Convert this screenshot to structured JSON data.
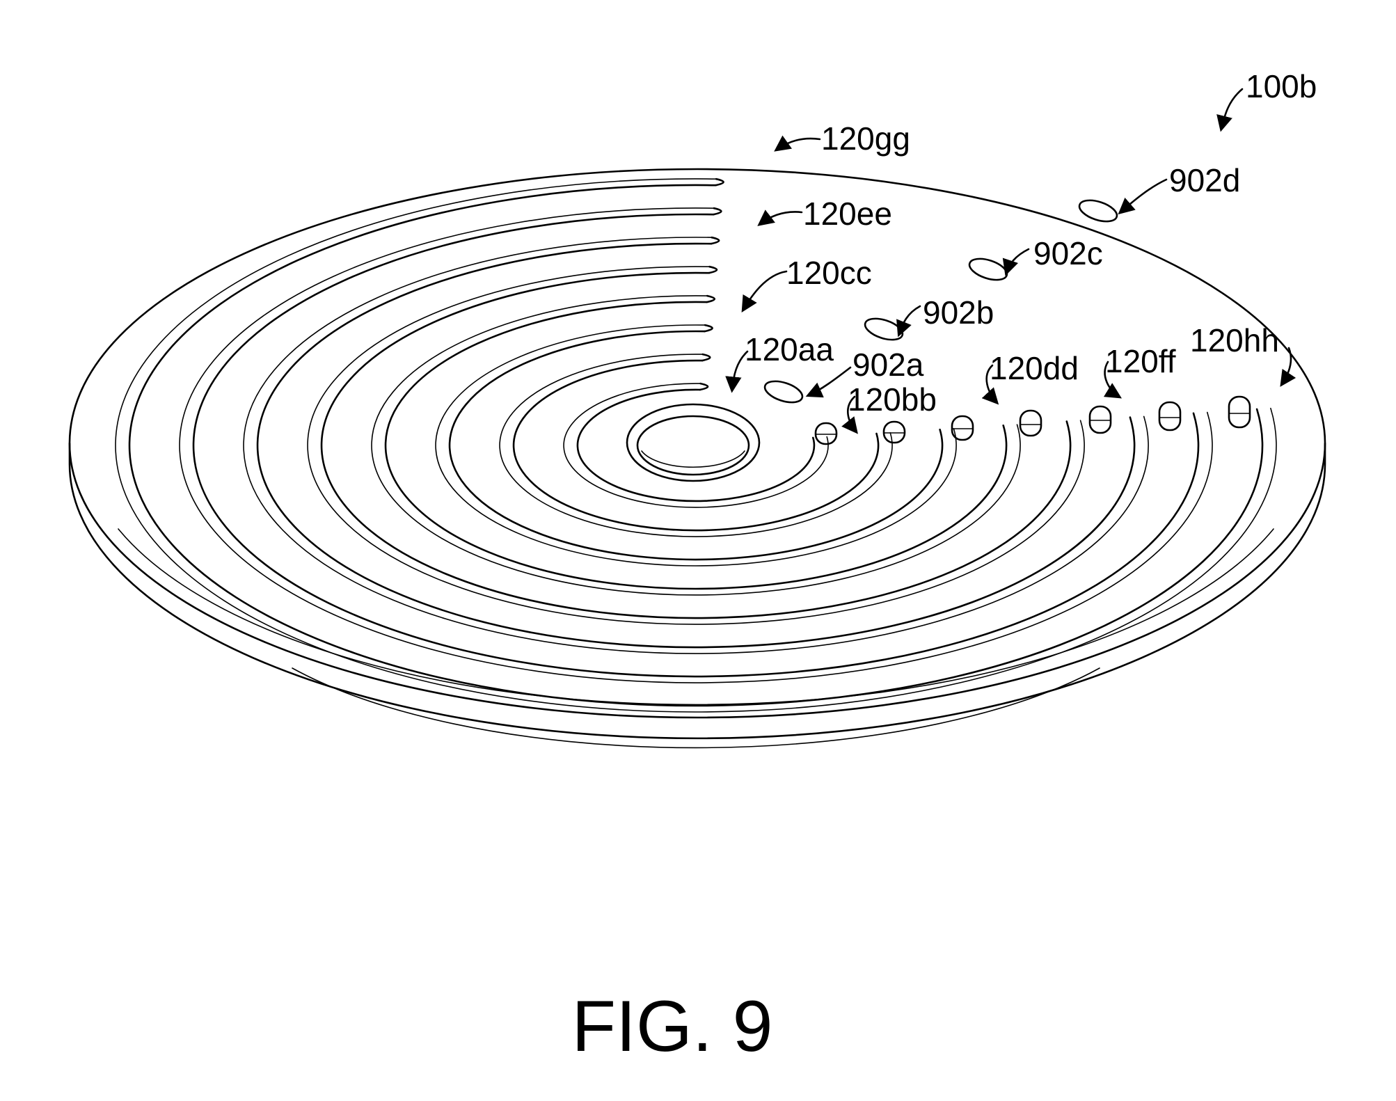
{
  "figure": {
    "caption": "FIG. 9",
    "assembly_label": "100b",
    "channel_labels": {
      "aa": "120aa",
      "bb": "120bb",
      "cc": "120cc",
      "dd": "120dd",
      "ee": "120ee",
      "ff": "120ff",
      "gg": "120gg",
      "hh": "120hh"
    },
    "port_labels": {
      "a": "902a",
      "b": "902b",
      "c": "902c",
      "d": "902d"
    },
    "line_color": "#000000",
    "background": "#ffffff"
  }
}
